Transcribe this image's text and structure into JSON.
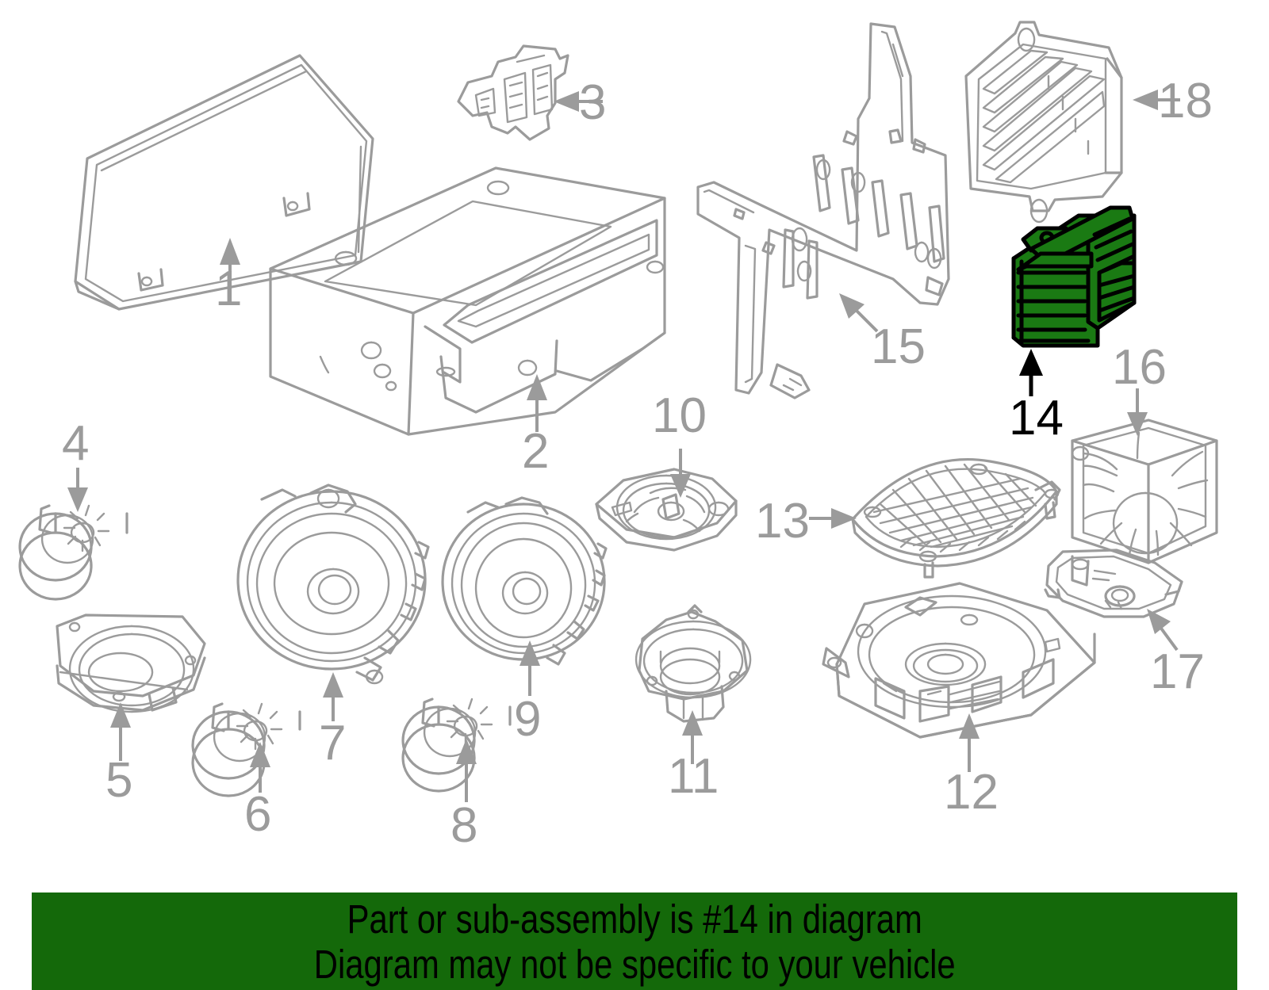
{
  "diagram": {
    "title": "Vehicle audio system exploded parts diagram",
    "highlight_color": "#1a7a13",
    "line_color": "#9b9b9b",
    "highlight_label_color": "#000000",
    "highlighted_part_number": "14",
    "callouts": [
      {
        "number": "1",
        "part": "display-screen",
        "arrow": "up"
      },
      {
        "number": "2",
        "part": "head-unit-cd-player",
        "arrow": "up"
      },
      {
        "number": "3",
        "part": "connector-plug",
        "arrow": "left"
      },
      {
        "number": "4",
        "part": "tweeter-speaker",
        "arrow": "down"
      },
      {
        "number": "5",
        "part": "midrange-speaker",
        "arrow": "up"
      },
      {
        "number": "6",
        "part": "tweeter-speaker",
        "arrow": "up"
      },
      {
        "number": "7",
        "part": "woofer-speaker",
        "arrow": "up"
      },
      {
        "number": "8",
        "part": "tweeter-speaker",
        "arrow": "up"
      },
      {
        "number": "9",
        "part": "woofer-speaker",
        "arrow": "up"
      },
      {
        "number": "10",
        "part": "small-midrange-speaker",
        "arrow": "down"
      },
      {
        "number": "11",
        "part": "midrange-speaker",
        "arrow": "up"
      },
      {
        "number": "12",
        "part": "subwoofer-enclosure",
        "arrow": "up"
      },
      {
        "number": "13",
        "part": "speaker-grille",
        "arrow": "right"
      },
      {
        "number": "14",
        "part": "amplifier-module",
        "arrow": "up",
        "highlighted": true
      },
      {
        "number": "15",
        "part": "mounting-bracket",
        "arrow": "up-left"
      },
      {
        "number": "16",
        "part": "cooling-fan",
        "arrow": "down"
      },
      {
        "number": "17",
        "part": "trim-bracket",
        "arrow": "up-left"
      },
      {
        "number": "18",
        "part": "control-module",
        "arrow": "left"
      }
    ]
  },
  "banner": {
    "background": "#14690a",
    "line1": "Part or sub-assembly is #14 in diagram",
    "line2": "Diagram may not be specific to your vehicle"
  }
}
